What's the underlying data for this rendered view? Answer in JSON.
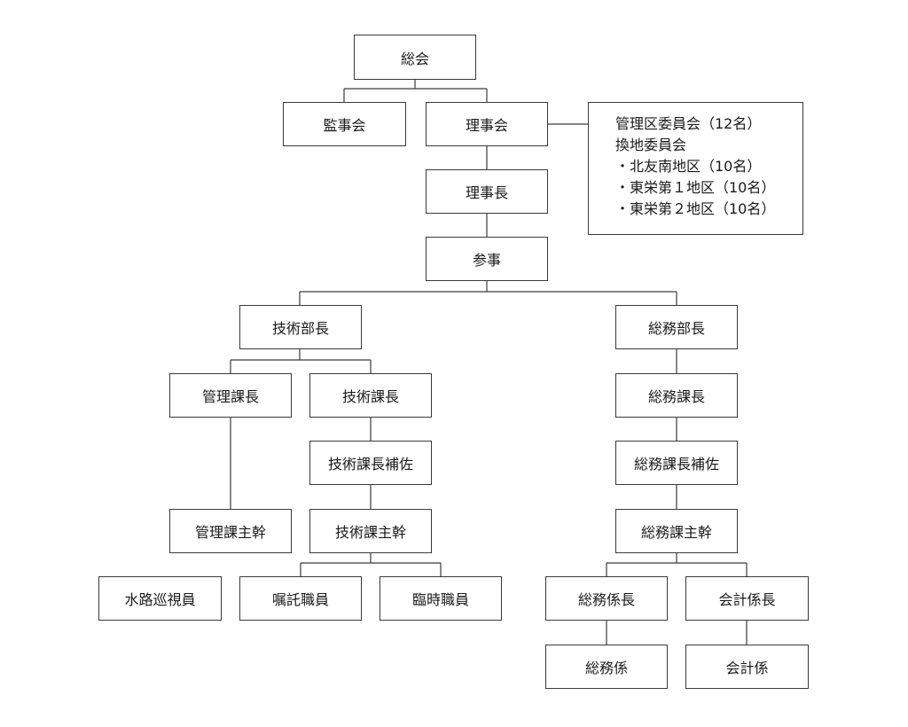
{
  "boxes": {
    "soukai": "総会",
    "kansakai": "監事会",
    "rijikai": "理事会",
    "rijicho": "理事長",
    "sanji": "参事",
    "gijutsu_bucho": "技術部長",
    "somu_bucho": "総務部長",
    "kanri_kacho": "管理課長",
    "gijutsu_kacho": "技術課長",
    "somu_kacho": "総務課長",
    "gijutsu_kacho_hosa": "技術課長補佐",
    "somu_kacho_hosa": "総務課長補佐",
    "kanri_ka_shukan": "管理課主幹",
    "gijutsu_ka_shukan": "技術課主幹",
    "somu_ka_shukan": "総務課主幹",
    "suiro_junshiin": "水路巡視員",
    "shokutaku_shokuin": "嘱託職員",
    "rinji_shokuin": "臨時職員",
    "somu_kakaricho": "総務係長",
    "kaikei_kakaricho": "会計係長",
    "somu_kakari": "総務係",
    "kaikei_kakari": "会計係"
  },
  "committees": {
    "lines": [
      "管理区委員会（12名）",
      "換地委員会",
      "・北友南地区（10名）",
      "・東栄第１地区（10名）",
      "・東栄第２地区（10名）"
    ]
  },
  "colors": {
    "line": "#3a3a3a",
    "text": "#1a1a1a",
    "background": "#ffffff"
  }
}
